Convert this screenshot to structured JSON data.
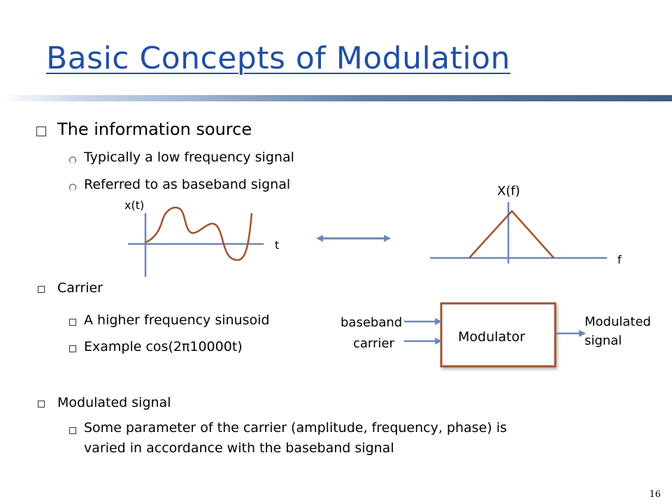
{
  "title": "Basic Concepts of Modulation",
  "bullets": {
    "source": "The information source",
    "source_sub1": "Typically a low frequency signal",
    "source_sub2": "Referred to as baseband signal",
    "carrier": "Carrier",
    "carrier_sub1": "A higher frequency sinusoid",
    "carrier_sub2": "Example cos(2π10000t)",
    "modulated": "Modulated signal",
    "modulated_sub1_line1": "Some parameter of the carrier (amplitude, frequency, phase) is",
    "modulated_sub1_line2": "varied in accordance with the baseband signal"
  },
  "time_plot": {
    "ylabel": "x(t)",
    "xlabel": "t"
  },
  "freq_plot": {
    "ylabel": "X(f)",
    "xlabel": "f"
  },
  "modulator": {
    "box_label": "Modulator",
    "input1": "baseband",
    "input2": "carrier",
    "output_line1": "Modulated",
    "output_line2": "signal"
  },
  "page_number": "16",
  "colors": {
    "title": "#1f4fa3",
    "signal": "#a0522d",
    "axis": "#6f86b5",
    "arrow": "#6f86b5",
    "box_border": "#a0522d"
  }
}
